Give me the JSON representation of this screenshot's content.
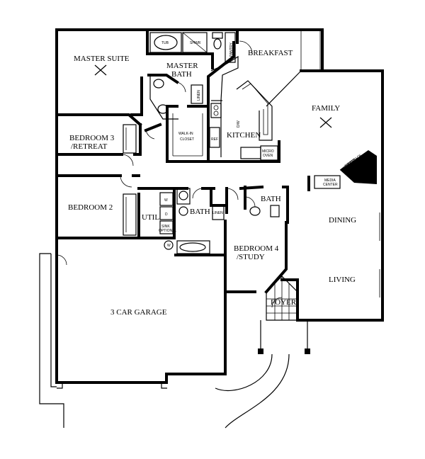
{
  "rooms": {
    "master_suite": "MASTER SUITE",
    "master_bath_1": "MASTER",
    "master_bath_2": "BATH",
    "breakfast": "BREAKFAST",
    "family": "FAMILY",
    "bedroom3_1": "BEDROOM 3",
    "bedroom3_2": "/RETREAT",
    "walk_in_1": "WALK-IN",
    "walk_in_2": "CLOSET",
    "kitchen": "KITCHEN",
    "bedroom2": "BEDROOM 2",
    "util": "UTIL",
    "bath_mid": "BATH",
    "bath_right": "BATH",
    "dining": "DINING",
    "bedroom4_1": "BEDROOM 4",
    "bedroom4_2": "/STUDY",
    "living": "LIVING",
    "garage": "3 CAR GARAGE",
    "foyer": "FOYER"
  },
  "fixtures": {
    "tub": "TUB",
    "shwr": "SHWR",
    "pantry": "PANTRY",
    "linen_1": "LINEN",
    "linen_2": "LINEN",
    "dw": "D/W",
    "ref": "REF",
    "micro_1": "MICRO",
    "micro_2": "OVEN",
    "fireplace": "FIREPLACE",
    "media_1": "MEDIA",
    "media_2": "CENTER",
    "washer": "W",
    "dryer": "D",
    "w_circle": "W",
    "optional_1": "SINK",
    "optional_2": "OPTIONAL"
  }
}
